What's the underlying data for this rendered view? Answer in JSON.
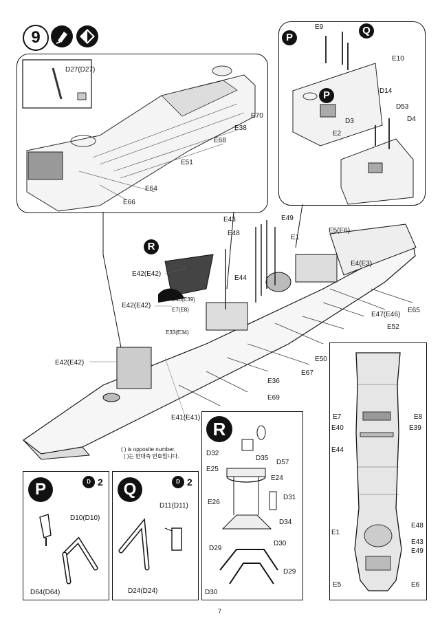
{
  "header": {
    "step_number": "9",
    "icons": [
      "glue-icon",
      "flip-over-icon"
    ]
  },
  "detail_top": {
    "label": "D27(D27)"
  },
  "main_labels": {
    "E70": "E70",
    "E38": "E38",
    "E68": "E68",
    "E51": "E51",
    "E64": "E64",
    "E66": "E66",
    "E43": "E43",
    "E48": "E48",
    "E49": "E49",
    "E1": "E1",
    "E5E6": "E5(E6)",
    "E4E3": "E4(E3)",
    "E42a": "E42(E42)",
    "E44": "E44",
    "E40E39": "E40(E39)",
    "E7E8": "E7(E8)",
    "E42b": "E42(E42)",
    "E33E34": "E33(E34)",
    "E42c": "E42(E42)",
    "E65": "E65",
    "E47E46": "E47(E46)",
    "E52": "E52",
    "E50": "E50",
    "E67": "E67",
    "E36": "E36",
    "E69": "E69",
    "E41E41": "E41(E41)"
  },
  "inset_pq": {
    "labels": {
      "E9": "E9",
      "E10": "E10",
      "D14": "D14",
      "D53": "D53",
      "D3": "D3",
      "D4": "D4",
      "E2": "E2"
    },
    "markers": [
      "P",
      "Q",
      "P"
    ]
  },
  "marker_r_main": "R",
  "notes": {
    "en": "( ) is opposite number.",
    "ko": "( )는 반대측 번호입니다."
  },
  "panel_p": {
    "marker": "P",
    "qty": "2",
    "labels": {
      "a": "D10(D10)",
      "b": "D64(D64)"
    }
  },
  "panel_q": {
    "marker": "Q",
    "qty": "2",
    "labels": {
      "a": "D11(D11)",
      "b": "D24(D24)"
    }
  },
  "panel_r": {
    "marker": "R",
    "labels": {
      "D32": "D32",
      "D35": "D35",
      "D57": "D57",
      "E25": "E25",
      "E24": "E24",
      "E26": "E26",
      "D31": "D31",
      "D34": "D34",
      "D29a": "D29",
      "D30a": "D30",
      "D29b": "D29",
      "D30b": "D30"
    }
  },
  "deck_view": {
    "labels": {
      "E7": "E7",
      "E8": "E8",
      "E40": "E40",
      "E39": "E39",
      "E44": "E44",
      "E48": "E48",
      "E1": "E1",
      "E43": "E43",
      "E49": "E49",
      "E5": "E5",
      "E6": "E6"
    }
  },
  "page_number": "7"
}
